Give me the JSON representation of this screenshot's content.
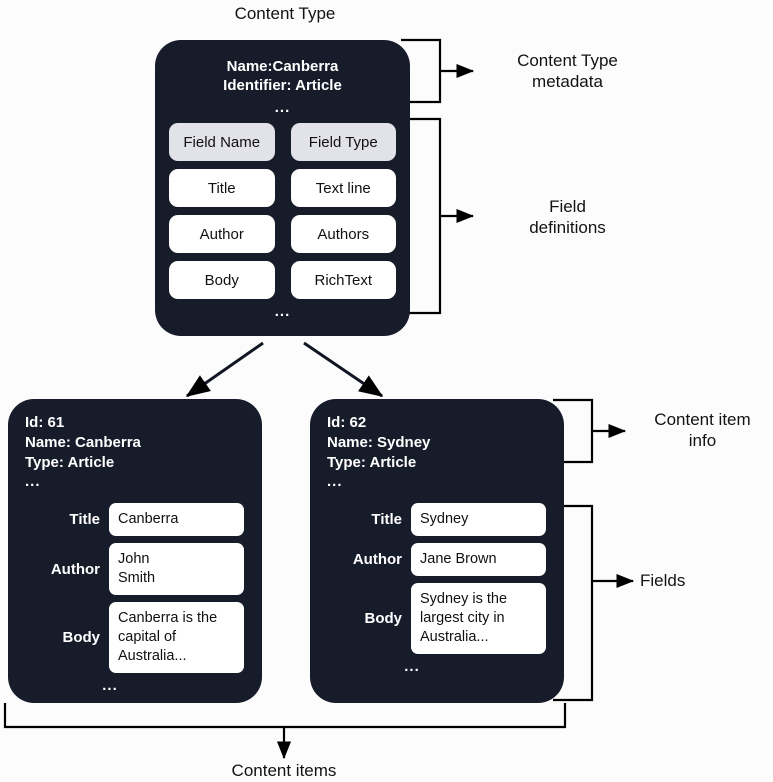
{
  "diagram": {
    "title": "Content Type",
    "bottom_label": "Content items",
    "colors": {
      "card_background": "#171c2b",
      "page_background": "#fcfcfc",
      "chip_background": "#ffffff",
      "chip_header_background": "#e2e2e9",
      "text_on_card": "#ffffff",
      "line": "#000000"
    }
  },
  "content_type_card": {
    "name_line": "Name:Canberra",
    "identifier_line": "Identifier: Article",
    "ellipsis_after_meta": "...",
    "ellipsis_bottom": "...",
    "table": {
      "headers": [
        "Field Name",
        "Field Type"
      ],
      "rows": [
        [
          "Title",
          "Text line"
        ],
        [
          "Author",
          "Authors"
        ],
        [
          "Body",
          "RichText"
        ]
      ]
    }
  },
  "annotations": {
    "content_type_metadata": "Content Type\nmetadata",
    "field_definitions": "Field\ndefinitions",
    "content_item_info": "Content item\ninfo",
    "fields": "Fields"
  },
  "content_items": [
    {
      "id_line": "Id: 61",
      "name_line": "Name: Canberra",
      "type_line": "Type: Article",
      "ellipsis_after_meta": "...",
      "ellipsis_bottom": "...",
      "fields": [
        {
          "label": "Title",
          "value": "Canberra"
        },
        {
          "label": "Author",
          "value": "John\nSmith"
        },
        {
          "label": "Body",
          "value": "Canberra is the\ncapital of\nAustralia..."
        }
      ]
    },
    {
      "id_line": "Id: 62",
      "name_line": "Name: Sydney",
      "type_line": "Type: Article",
      "ellipsis_after_meta": "...",
      "ellipsis_bottom": "...",
      "fields": [
        {
          "label": "Title",
          "value": "Sydney"
        },
        {
          "label": "Author",
          "value": "Jane Brown"
        },
        {
          "label": "Body",
          "value": "Sydney is the\nlargest city in\nAustralia..."
        }
      ]
    }
  ]
}
